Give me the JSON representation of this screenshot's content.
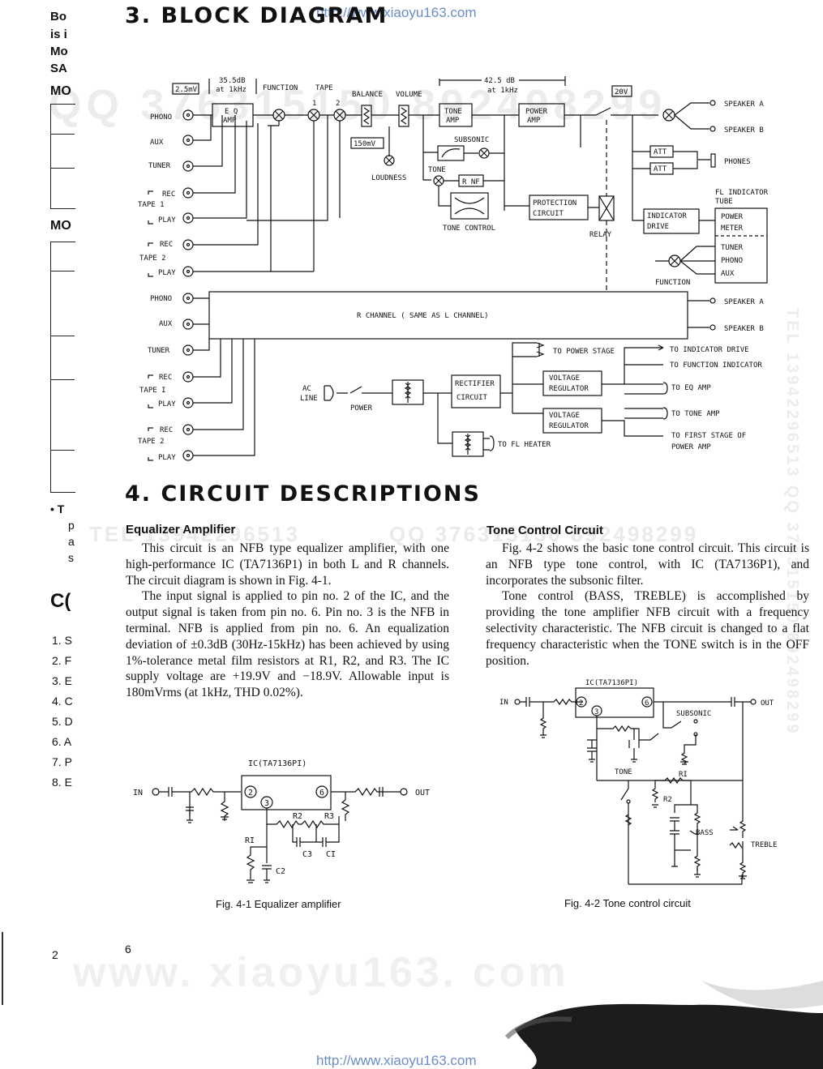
{
  "header_url": "http://www.xiaoyu163.com",
  "footer_url": "http://www.xiaoyu163.com",
  "left_page": {
    "fragments": [
      "Bo",
      "is i",
      "Mo",
      "SA",
      "MO",
      "MO",
      "• T",
      "p",
      "a",
      "s",
      "C("
    ],
    "list": [
      "1. S",
      "2. F",
      "3. E",
      "4. C",
      "5. D",
      "6. A",
      "7. P",
      "8. E"
    ],
    "page_number": "2"
  },
  "section3_title": "3. BLOCK DIAGRAM",
  "section4_title": "4. CIRCUIT DESCRIPTIONS",
  "block_diagram": {
    "gain_labels": [
      "2.5mV",
      "35.5dB",
      "at 1kHz",
      "42.5 dB",
      "at 1kHz",
      "20V",
      "150mV"
    ],
    "stage_labels": [
      "FUNCTION",
      "TAPE",
      "BALANCE",
      "VOLUME",
      "1",
      "2",
      "LOUDNESS",
      "SUBSONIC",
      "TONE",
      "R NF",
      "TONE CONTROL",
      "RELAY",
      "FUNCTION"
    ],
    "boxes": [
      "E Q",
      "AMP",
      "TONE",
      "AMP",
      "POWER",
      "AMP",
      "PROTECTION",
      "CIRCUIT",
      "INDICATOR",
      "DRIVE",
      "ATT",
      "ATT",
      "POWER",
      "METER",
      "TUNER",
      "PHONO",
      "AUX",
      "RECTIFIER",
      "CIRCUIT",
      "VOLTAGE",
      "REGULATOR",
      "VOLTAGE",
      "REGULATOR"
    ],
    "inputs_L": [
      "PHONO",
      "AUX",
      "TUNER",
      "REC",
      "TAPE 1",
      "PLAY",
      "REC",
      "TAPE 2",
      "PLAY"
    ],
    "inputs_R": [
      "PHONO",
      "AUX",
      "TUNER",
      "REC",
      "TAPE I",
      "PLAY",
      "REC",
      "TAPE 2",
      "PLAY"
    ],
    "outputs": [
      "SPEAKER A",
      "SPEAKER B",
      "PHONES",
      "FL INDICATOR",
      "TUBE",
      "SPEAKER A",
      "SPEAKER B"
    ],
    "r_channel": "R CHANNEL ( SAME AS L CHANNEL)",
    "power_section": [
      "AC",
      "LINE",
      "POWER",
      "TO POWER STAGE",
      "TO INDICATOR DRIVE",
      "TO FUNCTION INDICATOR",
      "TO EQ AMP",
      "TO TONE AMP",
      "TO FIRST STAGE OF",
      "POWER AMP",
      "TO FL HEATER"
    ]
  },
  "equalizer": {
    "heading": "Equalizer Amplifier",
    "paragraphs": [
      "This circuit is an NFB type equalizer amplifier, with one high-performance IC (TA7136P1) in both L and R channels. The circuit diagram is shown in Fig. 4-1.",
      "The input signal is applied to pin no. 2 of the IC, and the output signal is taken from pin no. 6. Pin no. 3 is the NFB in terminal. NFB is applied from pin no. 6. An equalization deviation of ±0.3dB (30Hz-15kHz) has been achieved by using 1%-tolerance metal film resistors at R1, R2, and R3. The IC supply voltage are +19.9V and −18.9V. Allowable input is 180mVrms (at 1kHz, THD 0.02%)."
    ],
    "fig_labels": [
      "IC(TA7136PI)",
      "IN",
      "OUT",
      "2",
      "6",
      "3",
      "R2",
      "R3",
      "RI",
      "C2",
      "C3",
      "CI"
    ],
    "caption": "Fig. 4-1  Equalizer amplifier"
  },
  "tone": {
    "heading": "Tone Control Circuit",
    "paragraphs": [
      "Fig. 4-2 shows the basic tone control circuit. This circuit is an NFB type tone control, with IC (TA7136P1), and incorporates the subsonic filter.",
      "Tone control (BASS, TREBLE) is accomplished by providing the tone amplifier NFB circuit with a frequency selectivity characteristic. The NFB circuit is changed to a flat frequency characteristic when the TONE switch is in the OFF position."
    ],
    "fig_labels": [
      "IC(TA7136PI)",
      "IN",
      "OUT",
      "2",
      "6",
      "3",
      "SUBSONIC",
      "TONE",
      "RI",
      "R2",
      "BASS",
      "TREBLE"
    ],
    "caption": "Fig. 4-2  Tone control circuit"
  },
  "page_number": "6",
  "watermarks": [
    "QQ 376315150 892498299",
    "TEL 13942296513",
    "QQ 376315150 892498299",
    "www. xiaoyu163. com",
    "TEL 13942296513 QQ 376315150 892498299"
  ]
}
